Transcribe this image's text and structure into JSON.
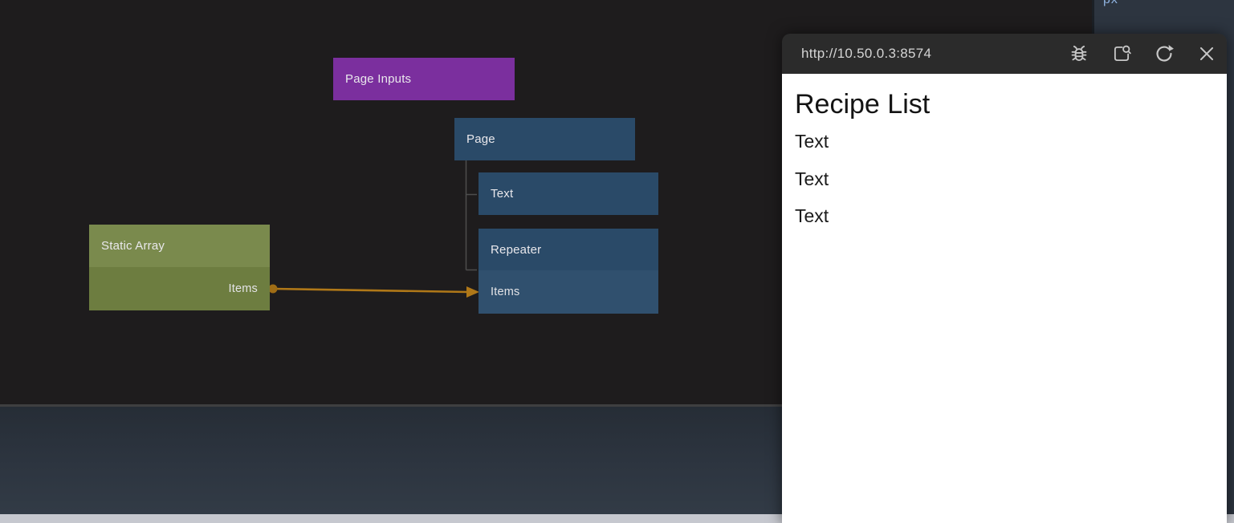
{
  "canvas": {
    "nodes": {
      "page_inputs": {
        "label": "Page Inputs",
        "color": "#7b2f9e"
      },
      "page": {
        "label": "Page",
        "color": "#2a4a68"
      },
      "text": {
        "label": "Text",
        "color": "#2a4a68"
      },
      "repeater": {
        "label": "Repeater",
        "color": "#2a4a68",
        "input_port": "Items"
      },
      "static_array": {
        "label": "Static Array",
        "color": "#7a8a4d",
        "output_port": "Items"
      }
    },
    "connection": {
      "from": "Static Array.Items",
      "to": "Repeater.Items",
      "color": "#b07818"
    },
    "hierarchy_line_color": "#4d4d4d"
  },
  "side_panel": {
    "clipped_text": "px"
  },
  "preview": {
    "url": "http://10.50.0.3:8574",
    "toolbar_icons": [
      "debug-icon",
      "inspect-icon",
      "refresh-icon",
      "close-icon"
    ],
    "heading": "Recipe List",
    "items": [
      "Text",
      "Text",
      "Text"
    ]
  },
  "colors": {
    "canvas_bg": "#1e1c1d",
    "node_blue": "#2a4a68",
    "node_blue_port": "#30506e",
    "node_green": "#7a8a4d",
    "node_green_port": "#6d7d40",
    "node_purple": "#7b2f9e",
    "wire_orange": "#b07818",
    "toolbar_bg": "#2b2b2b",
    "bottom_panel": "#2d3540",
    "scrollbar_gray": "#c6c8cf"
  }
}
